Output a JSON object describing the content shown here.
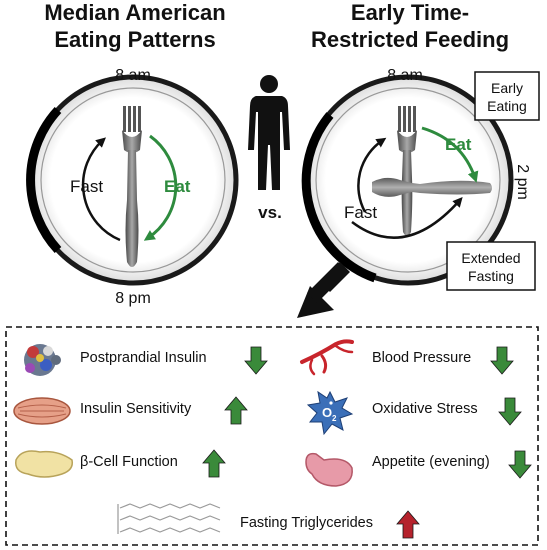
{
  "titles": {
    "left_line1": "Median American",
    "left_line2": "Eating Patterns",
    "right_line1": "Early Time-",
    "right_line2": "Restricted Feeding"
  },
  "left_plate": {
    "top_time": "8 am",
    "bottom_time": "8 pm",
    "fast_label": "Fast",
    "eat_label": "Eat"
  },
  "right_plate": {
    "top_time": "8 am",
    "side_time": "2 pm",
    "fast_label": "Fast",
    "eat_label": "Eat"
  },
  "vs_label": "vs.",
  "callouts": {
    "early_eating_line1": "Early",
    "early_eating_line2": "Eating",
    "extended_fasting_line1": "Extended",
    "extended_fasting_line2": "Fasting"
  },
  "effects": [
    {
      "label": "Postprandial Insulin",
      "direction": "down",
      "color": "#3a8a3a"
    },
    {
      "label": "Insulin Sensitivity",
      "direction": "up",
      "color": "#3a8a3a"
    },
    {
      "label": "β-Cell Function",
      "direction": "up",
      "color": "#3a8a3a"
    },
    {
      "label": "Blood Pressure",
      "direction": "down",
      "color": "#3a8a3a"
    },
    {
      "label": "Oxidative Stress",
      "direction": "down",
      "color": "#3a8a3a"
    },
    {
      "label": "Appetite (evening)",
      "direction": "down",
      "color": "#3a8a3a"
    },
    {
      "label": "Fasting Triglycerides",
      "direction": "up",
      "color": "#b5222c"
    }
  ],
  "icons": {
    "o2_label": "O",
    "o2_sub": "2"
  },
  "colors": {
    "green": "#2e8b3e",
    "arrow_green": "#3a8a3a",
    "arrow_red": "#b5222c",
    "dark": "#111111"
  }
}
